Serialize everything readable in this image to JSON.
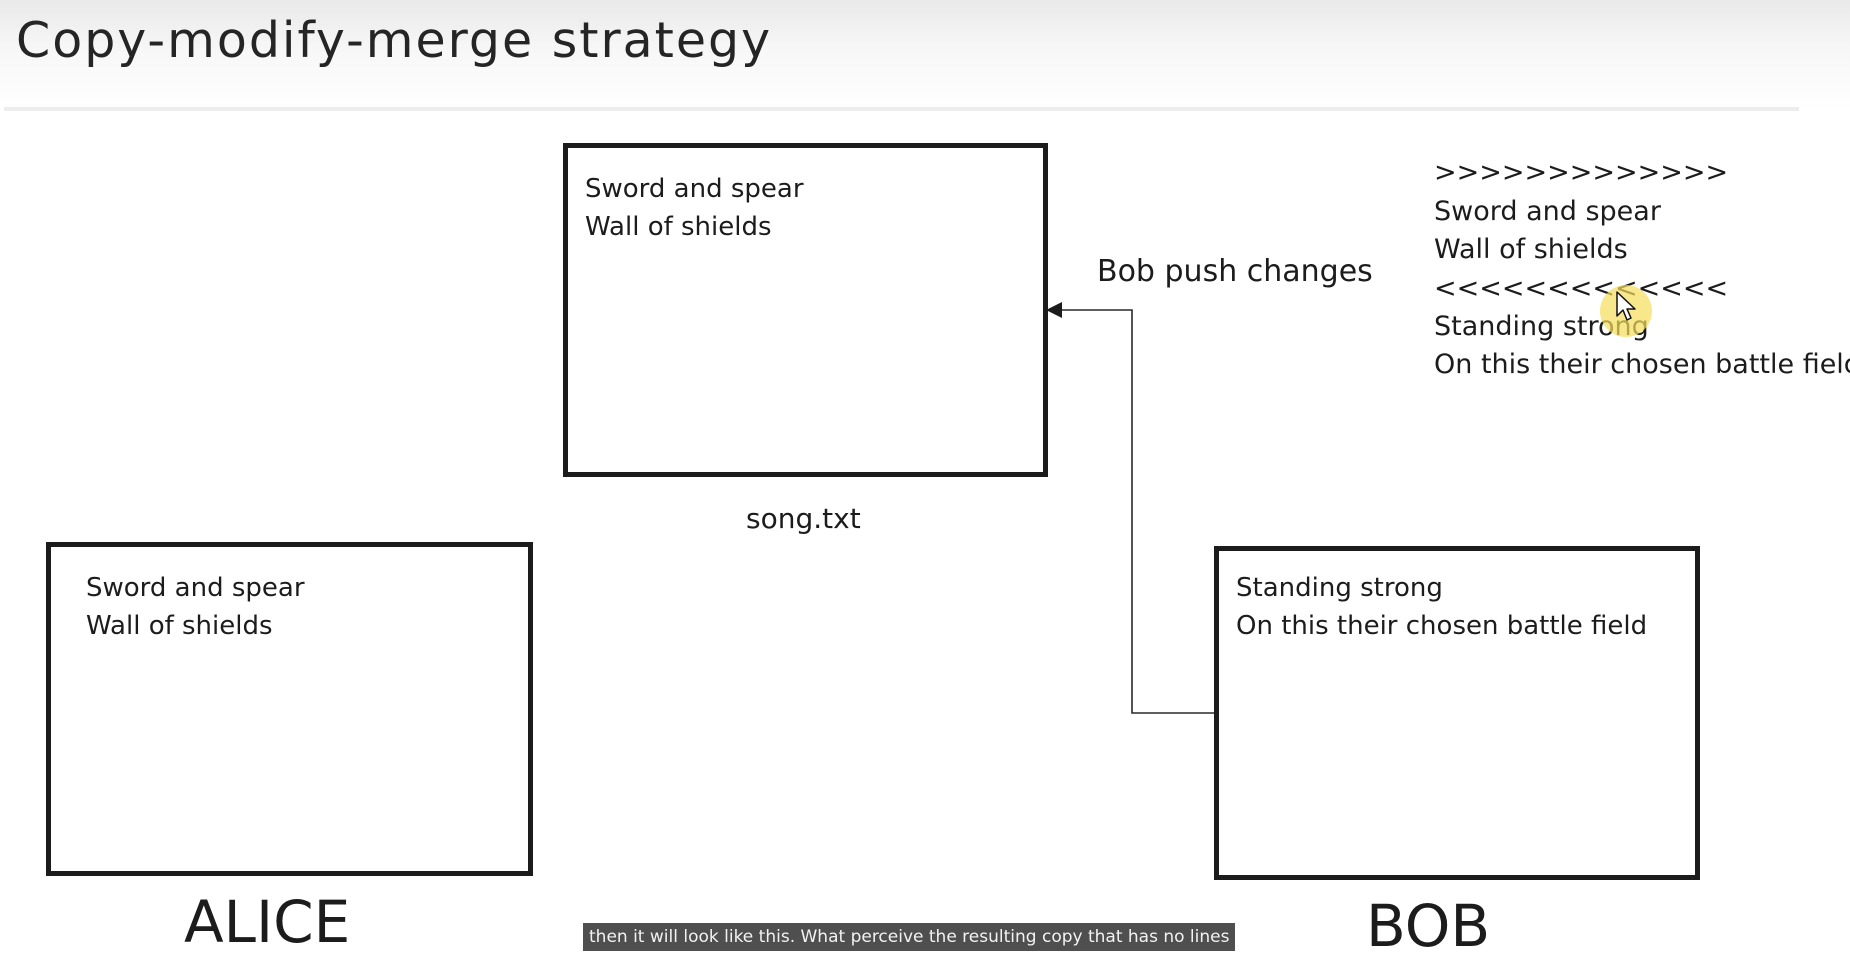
{
  "slide": {
    "title": "Copy-modify-merge strategy"
  },
  "server_file": {
    "lines": [
      "Sword and spear",
      "Wall of shields"
    ],
    "filename": "song.txt"
  },
  "alice": {
    "lines": [
      "Sword and spear",
      "Wall of shields"
    ],
    "name": "ALICE"
  },
  "bob": {
    "lines": [
      "Standing strong",
      "On this their chosen battle field"
    ],
    "name": "BOB"
  },
  "push_label": "Bob push changes",
  "merged_conflict": {
    "lines": [
      ">>>>>>>>>>>>>",
      "Sword and spear",
      "Wall of shields",
      "<<<<<<<<<<<<<",
      "Standing strong",
      "On this their chosen battle field"
    ]
  },
  "caption": "then it will look like this. What perceive the resulting copy that has no lines",
  "icons": {
    "pointer": "mouse-pointer-icon",
    "arrowhead": "arrowhead-icon"
  },
  "colors": {
    "ink": "#1c1c1c",
    "highlight": "#f5de5a"
  }
}
